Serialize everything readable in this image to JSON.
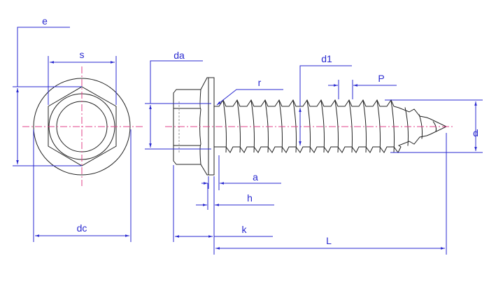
{
  "labels": {
    "e": "e",
    "s": "s",
    "dc": "dc",
    "da": "da",
    "r": "r",
    "d1": "d1",
    "P": "P",
    "d": "d",
    "a": "a",
    "h": "h",
    "k": "k",
    "L": "L"
  },
  "colors": {
    "dimension": "#2a2ad0",
    "centerline": "#e0408a",
    "outline": "#222222"
  }
}
